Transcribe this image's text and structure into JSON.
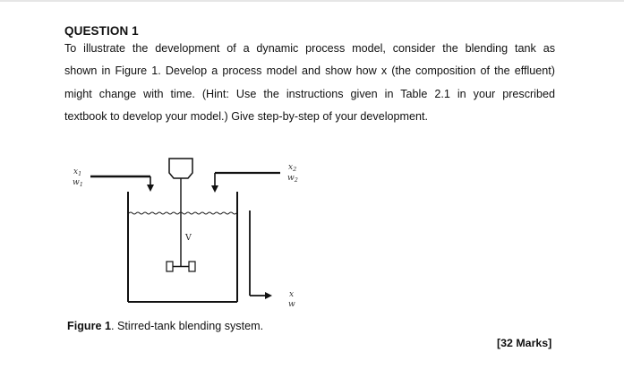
{
  "question": {
    "heading": "QUESTION 1",
    "lines": [
      "To illustrate the development of a dynamic process model, consider the blending tank as",
      "shown in Figure 1. Develop a process model and show how x (the composition of the effluent)",
      "might change with time. (Hint: Use the instructions given in Table 2.1 in your prescribed",
      "textbook to develop your model.) Give step-by-step of your development."
    ]
  },
  "figure": {
    "inlet1_x": "x",
    "inlet1_x_sub": "1",
    "inlet1_w": "w",
    "inlet1_w_sub": "1",
    "inlet2_x": "x",
    "inlet2_x_sub": "2",
    "inlet2_w": "w",
    "inlet2_w_sub": "2",
    "outlet_x": "x",
    "outlet_w": "w",
    "volume_label": "V",
    "caption_label": "Figure 1",
    "caption_text": ". Stirred-tank blending system."
  },
  "marks": "[32 Marks]"
}
